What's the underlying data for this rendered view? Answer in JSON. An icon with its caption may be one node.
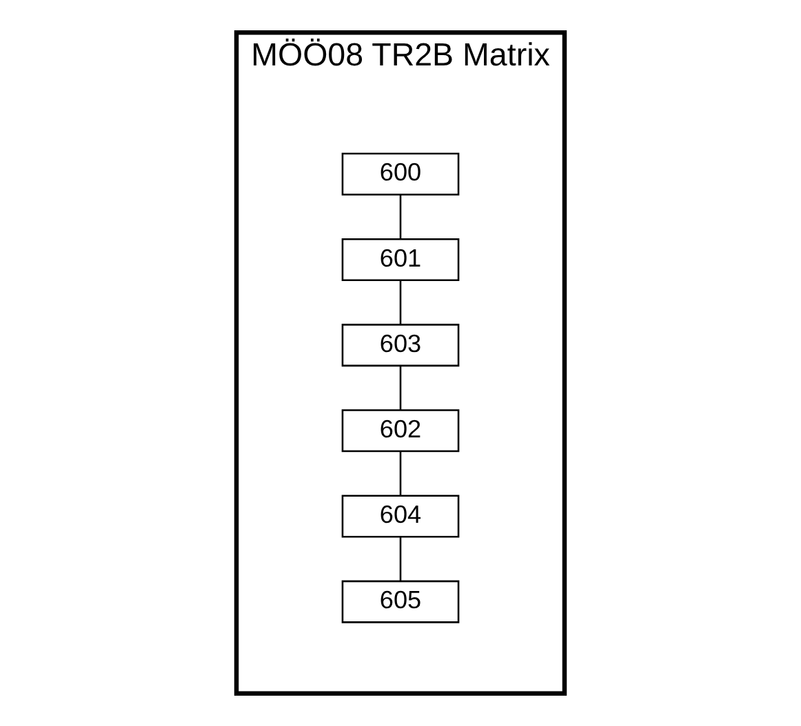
{
  "diagram": {
    "nodes": [
      {
        "text": [
          "MÖÖ08 TR2B Matrix"
        ]
      },
      {
        "text": [
          "600"
        ],
        "in": 0
      },
      {
        "text": [
          "601"
        ],
        "in": 0
      },
      {
        "text": [
          "603"
        ],
        "in": 0
      },
      {
        "text": [
          "602"
        ],
        "in": 0
      },
      {
        "text": [
          "604"
        ],
        "in": 0
      },
      {
        "text": [
          "605"
        ],
        "in": 0
      }
    ],
    "edges": [
      {
        "from": 1,
        "to": 2,
        "arrow": "none"
      },
      {
        "from": 2,
        "to": 3,
        "arrow": "none"
      },
      {
        "from": 3,
        "to": 4,
        "arrow": "none"
      },
      {
        "from": 4,
        "to": 5,
        "arrow": "none"
      },
      {
        "from": 5,
        "to": 6,
        "arrow": "none"
      }
    ]
  }
}
